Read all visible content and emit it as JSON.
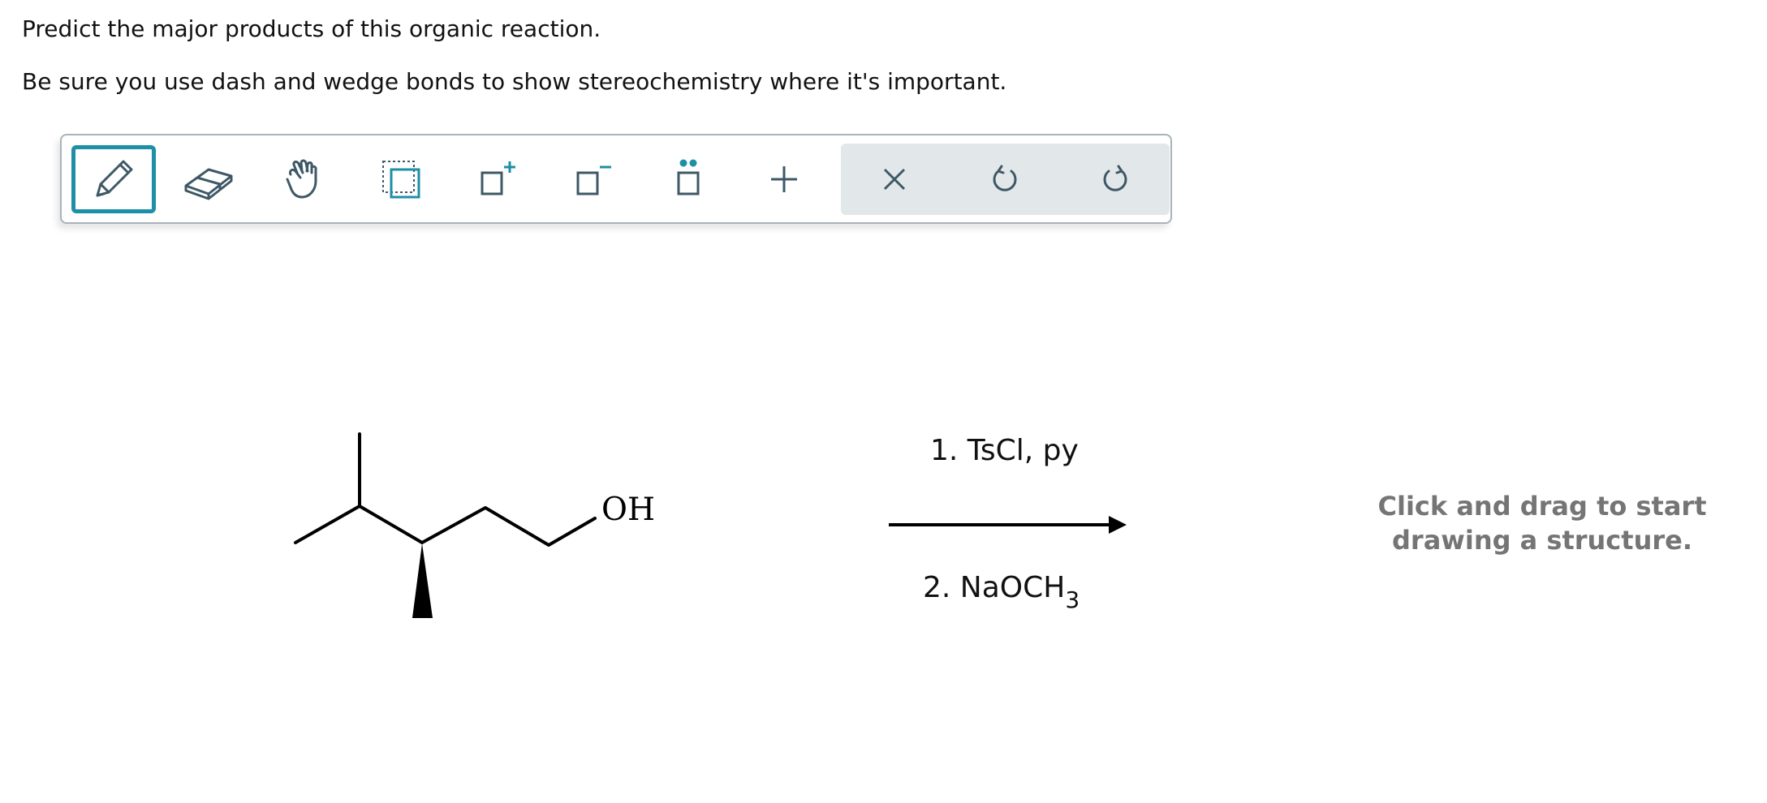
{
  "instructions": [
    "Predict the major products of this organic reaction.",
    "Be sure you use dash and wedge bonds to show stereochemistry where it's important."
  ],
  "toolbar": {
    "tools": [
      {
        "icon": "pencil-icon",
        "label": "Draw",
        "active": true
      },
      {
        "icon": "eraser-icon",
        "label": "Erase"
      },
      {
        "icon": "hand-icon",
        "label": "Move"
      },
      {
        "icon": "select-box-icon",
        "label": "Select"
      },
      {
        "icon": "increase-charge-icon",
        "label": "Increase charge"
      },
      {
        "icon": "decrease-charge-icon",
        "label": "Decrease charge"
      },
      {
        "icon": "lone-pair-icon",
        "label": "Lone pair"
      },
      {
        "icon": "plus-icon",
        "label": "Add"
      }
    ],
    "actions": [
      {
        "icon": "close-icon",
        "label": "Clear"
      },
      {
        "icon": "undo-icon",
        "label": "Undo"
      },
      {
        "icon": "redo-icon",
        "label": "Redo"
      }
    ],
    "accent_color": "#1d8fa6",
    "icon_color": "#3e5866"
  },
  "reaction": {
    "reactant_label": "OH",
    "step1": "1. TsCl, py",
    "step2_main": "2. NaOCH",
    "step2_subscript": "3"
  },
  "canvas": {
    "hint_line1": "Click and drag to start",
    "hint_line2": "drawing a structure."
  }
}
